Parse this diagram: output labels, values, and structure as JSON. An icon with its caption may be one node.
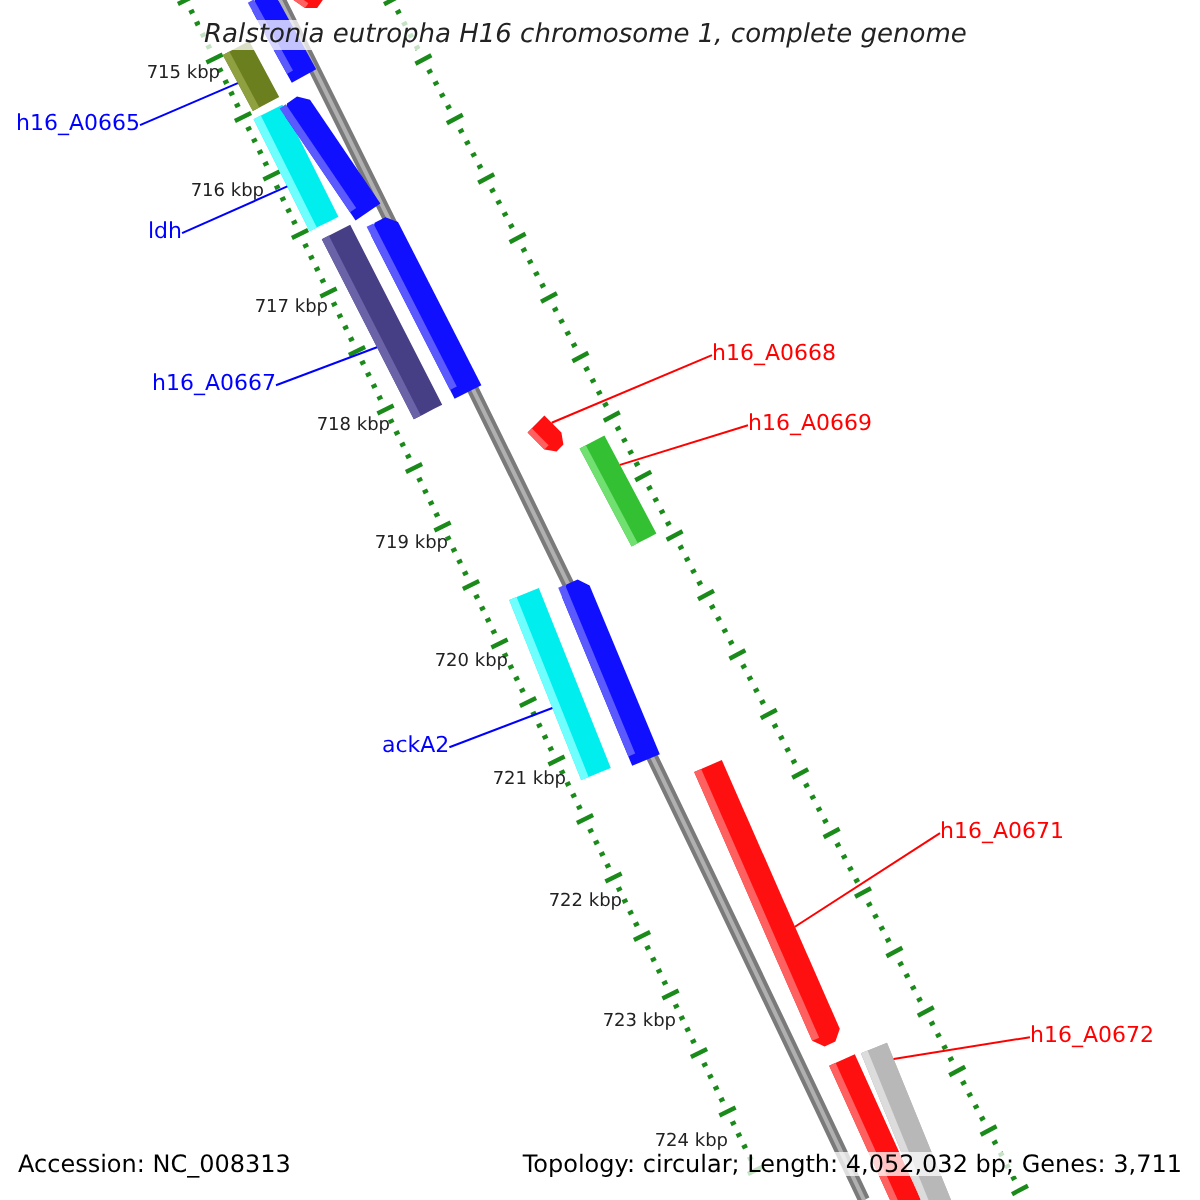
{
  "diagram": {
    "title": "Ralstonia eutropha H16 chromosome 1, complete genome",
    "nodes": [
      {
        "text": [
          "h16_A0665"
        ]
      },
      {
        "text": [],
        "shape": "bar"
      },
      {
        "text": [
          "ldh"
        ]
      },
      {
        "text": [],
        "shape": "bar"
      },
      {
        "text": [
          "h16_A0667"
        ]
      },
      {
        "text": [],
        "shape": "bar"
      },
      {
        "text": [
          "h16_A0668"
        ]
      },
      {
        "text": [],
        "shape": "bar"
      },
      {
        "text": [
          "h16_A0669"
        ]
      },
      {
        "text": [],
        "shape": "bar"
      },
      {
        "text": [
          "ackA2"
        ]
      },
      {
        "text": [],
        "shape": "bar"
      },
      {
        "text": [
          "h16_A0671"
        ]
      },
      {
        "text": [],
        "shape": "bar"
      },
      {
        "text": [
          "h16_A0672"
        ]
      },
      {
        "text": [],
        "shape": "bar"
      },
      {
        "text": [],
        "shape": "bar"
      },
      {
        "text": [],
        "shape": "bar"
      },
      {
        "text": [],
        "shape": "bar"
      },
      {
        "text": [],
        "shape": "bar"
      },
      {
        "text": [],
        "shape": "bar"
      },
      {
        "text": [],
        "shape": "bar"
      },
      {
        "text": [],
        "shape": "bar"
      }
    ],
    "edges": [
      {
        "from": 0,
        "to": 1,
        "arrow": "none",
        "color": "#0000ff"
      },
      {
        "from": 2,
        "to": 3,
        "arrow": "none",
        "color": "#0000ff"
      },
      {
        "from": 4,
        "to": 5,
        "arrow": "none",
        "color": "#0000ff"
      },
      {
        "from": 6,
        "to": 7,
        "arrow": "none",
        "color": "#ff0000"
      },
      {
        "from": 8,
        "to": 9,
        "arrow": "none",
        "color": "#ff0000"
      },
      {
        "from": 10,
        "to": 11,
        "arrow": "none",
        "color": "#0000ff"
      },
      {
        "from": 12,
        "to": 13,
        "arrow": "none",
        "color": "#ff0000"
      },
      {
        "from": 14,
        "to": 15,
        "arrow": "none",
        "color": "#ff0000"
      }
    ],
    "labels": [
      "715 kbp",
      "716 kbp",
      "717 kbp",
      "718 kbp",
      "719 kbp",
      "720 kbp",
      "721 kbp",
      "722 kbp",
      "723 kbp",
      "724 kbp",
      "Accession: NC_008313",
      "Topology: circular; Length: 4,052,032 bp; Genes: 3,711"
    ]
  }
}
